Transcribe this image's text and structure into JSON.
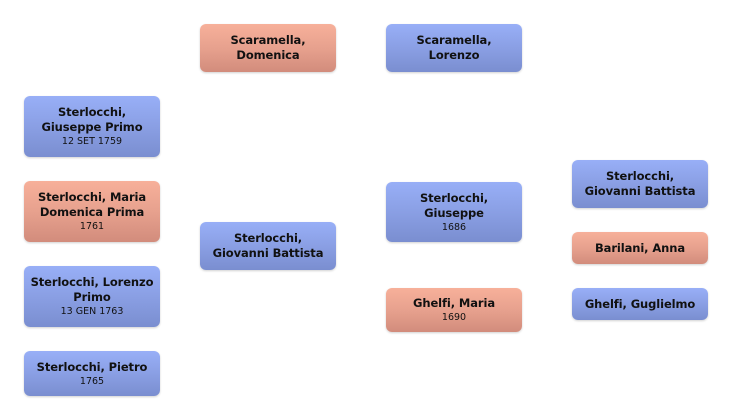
{
  "people": {
    "scaramella_domenica": {
      "name": "Scaramella, Domenica",
      "date": "",
      "sex": "female"
    },
    "scaramella_lorenzo": {
      "name": "Scaramella, Lorenzo",
      "date": "",
      "sex": "male"
    },
    "giuseppe_primo": {
      "name": "Sterlocchi, Giuseppe Primo",
      "date": "12 SET 1759",
      "sex": "male"
    },
    "maria_domenica_prima": {
      "name": "Sterlocchi, Maria Domenica Prima",
      "date": "1761",
      "sex": "female"
    },
    "lorenzo_primo": {
      "name": "Sterlocchi, Lorenzo Primo",
      "date": "13 GEN 1763",
      "sex": "male"
    },
    "pietro": {
      "name": "Sterlocchi, Pietro",
      "date": "1765",
      "sex": "male"
    },
    "giovanni_battista": {
      "name": "Sterlocchi, Giovanni Battista",
      "date": "",
      "sex": "male"
    },
    "giuseppe": {
      "name": "Sterlocchi, Giuseppe",
      "date": "1686",
      "sex": "male"
    },
    "ghelfi_maria": {
      "name": "Ghelfi, Maria",
      "date": "1690",
      "sex": "female"
    },
    "giovanni_battista_sr": {
      "name": "Sterlocchi, Giovanni Battista",
      "date": "",
      "sex": "male"
    },
    "barilani_anna": {
      "name": "Barilani, Anna",
      "date": "",
      "sex": "female"
    },
    "ghelfi_guglielmo": {
      "name": "Ghelfi, Guglielmo",
      "date": "",
      "sex": "male"
    }
  },
  "colors": {
    "male": "#8a9fe4",
    "female": "#e7a18e"
  }
}
